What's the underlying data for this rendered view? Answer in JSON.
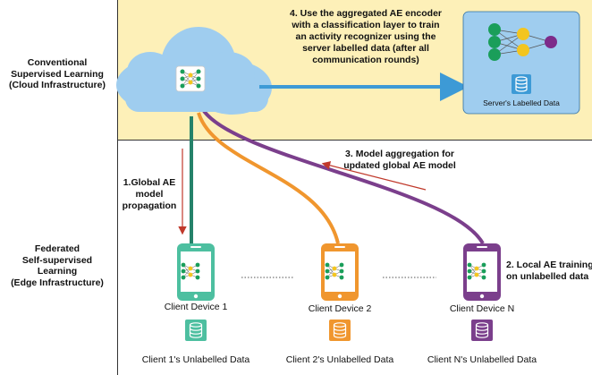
{
  "labels": {
    "cloud_section": [
      "Conventional",
      "Supervised Learning",
      "(Cloud Infrastructure)"
    ],
    "edge_section": [
      "Federated",
      "Self-supervised",
      "Learning",
      "(Edge Infrastructure)"
    ]
  },
  "steps": {
    "step1": [
      "1.Global AE",
      "model",
      "propagation"
    ],
    "step2": [
      "2. Local AE training",
      "on  unlabelled data"
    ],
    "step3": [
      "3. Model aggregation for",
      "updated global AE model"
    ],
    "step4": [
      "4. Use the aggregated AE encoder",
      "with a classification layer to train",
      "an activity recognizer using the",
      "server labelled data (after all",
      "communication rounds)"
    ]
  },
  "server": {
    "data_label": "Server's Labelled Data"
  },
  "devices": [
    {
      "name": "Client Device 1",
      "data_label": "Client 1's Unlabelled Data",
      "color": "#4dbfa0"
    },
    {
      "name": "Client Device 2",
      "data_label": "Client 2's Unlabelled Data",
      "color": "#f0962e"
    },
    {
      "name": "Client Device N",
      "data_label": "Client N's Unlabelled Data",
      "color": "#7b3f8c"
    }
  ],
  "colors": {
    "cloud_bg": "#fdf0b8",
    "cloud": "#9fcdef",
    "server_box": "#9fcdef",
    "arrow_blue": "#3d9ad6",
    "link_teal": "#25826a",
    "arrow_red": "#c0392b",
    "node_green": "#1a9e5a",
    "node_yellow": "#f3c51f",
    "node_purple": "#7d2b8a"
  },
  "icons": [
    "cloud-icon",
    "neural-network-icon",
    "database-icon",
    "smartphone-icon"
  ]
}
